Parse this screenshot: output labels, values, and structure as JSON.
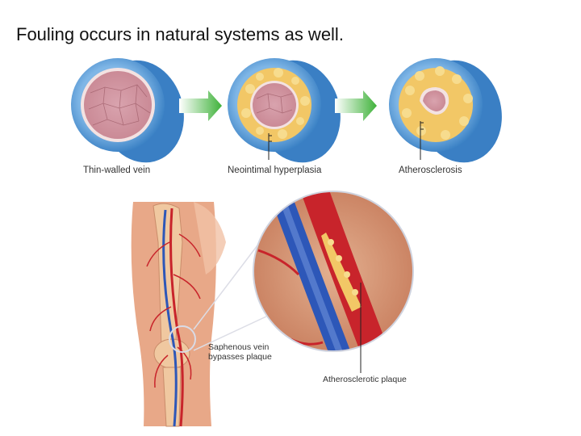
{
  "slide": {
    "title": "Fouling occurs in natural systems as well."
  },
  "vessel_stages": [
    {
      "label": "Thin-walled vein"
    },
    {
      "label": "Neointimal hyperplasia"
    },
    {
      "label": "Atherosclerosis"
    }
  ],
  "leg_illustration": {
    "bypass_label_line1": "Saphenous vein",
    "bypass_label_line2": "bypasses plaque",
    "plaque_label": "Atherosclerotic plaque"
  },
  "colors": {
    "vessel_outer": "#5b9fd6",
    "vessel_wall": "#f2c766",
    "vessel_intima": "#e8b8c2",
    "arrow_green": "#4bb846",
    "artery_red": "#c8242b",
    "vein_blue": "#2d57b8",
    "skin": "#e8a888"
  }
}
